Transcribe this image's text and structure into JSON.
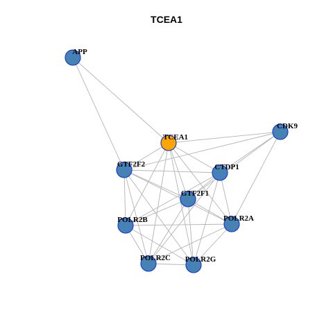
{
  "title": "TCEA1",
  "colors": {
    "center": "#FFA500",
    "default": "#4682B4",
    "border": "#1A3FD1",
    "edge": "#B3B3B3"
  },
  "nodes": [
    {
      "id": "APP",
      "label": "APP",
      "role": "default"
    },
    {
      "id": "TCEA1",
      "label": "TCEA1",
      "role": "center"
    },
    {
      "id": "CDK9",
      "label": "CDK9",
      "role": "default"
    },
    {
      "id": "GTF2F2",
      "label": "GTF2F2",
      "role": "default"
    },
    {
      "id": "CTDP1",
      "label": "CTDP1",
      "role": "default"
    },
    {
      "id": "GTF2F1",
      "label": "GTF2F1",
      "role": "default"
    },
    {
      "id": "POLR2B",
      "label": "POLR2B",
      "role": "default"
    },
    {
      "id": "POLR2A",
      "label": "POLR2A",
      "role": "default"
    },
    {
      "id": "POLR2C",
      "label": "POLR2C",
      "role": "default"
    },
    {
      "id": "POLR2G",
      "label": "POLR2G",
      "role": "default"
    }
  ],
  "edges": [
    [
      "APP",
      "TCEA1"
    ],
    [
      "APP",
      "GTF2F2"
    ],
    [
      "TCEA1",
      "CDK9"
    ],
    [
      "TCEA1",
      "GTF2F2"
    ],
    [
      "TCEA1",
      "CTDP1"
    ],
    [
      "TCEA1",
      "GTF2F1"
    ],
    [
      "TCEA1",
      "POLR2B"
    ],
    [
      "TCEA1",
      "POLR2A"
    ],
    [
      "TCEA1",
      "POLR2C"
    ],
    [
      "TCEA1",
      "POLR2G"
    ],
    [
      "CDK9",
      "GTF2F2"
    ],
    [
      "CDK9",
      "CTDP1"
    ],
    [
      "CDK9",
      "GTF2F1"
    ],
    [
      "CDK9",
      "POLR2A"
    ],
    [
      "GTF2F2",
      "CTDP1"
    ],
    [
      "GTF2F2",
      "GTF2F1"
    ],
    [
      "GTF2F2",
      "POLR2B"
    ],
    [
      "GTF2F2",
      "POLR2A"
    ],
    [
      "GTF2F2",
      "POLR2C"
    ],
    [
      "GTF2F2",
      "POLR2G"
    ],
    [
      "CTDP1",
      "GTF2F1"
    ],
    [
      "CTDP1",
      "POLR2B"
    ],
    [
      "CTDP1",
      "POLR2A"
    ],
    [
      "CTDP1",
      "POLR2C"
    ],
    [
      "CTDP1",
      "POLR2G"
    ],
    [
      "GTF2F1",
      "POLR2B"
    ],
    [
      "GTF2F1",
      "POLR2A"
    ],
    [
      "GTF2F1",
      "POLR2C"
    ],
    [
      "GTF2F1",
      "POLR2G"
    ],
    [
      "POLR2B",
      "POLR2A"
    ],
    [
      "POLR2B",
      "POLR2C"
    ],
    [
      "POLR2B",
      "POLR2G"
    ],
    [
      "POLR2A",
      "POLR2C"
    ],
    [
      "POLR2A",
      "POLR2G"
    ],
    [
      "POLR2C",
      "POLR2G"
    ]
  ]
}
